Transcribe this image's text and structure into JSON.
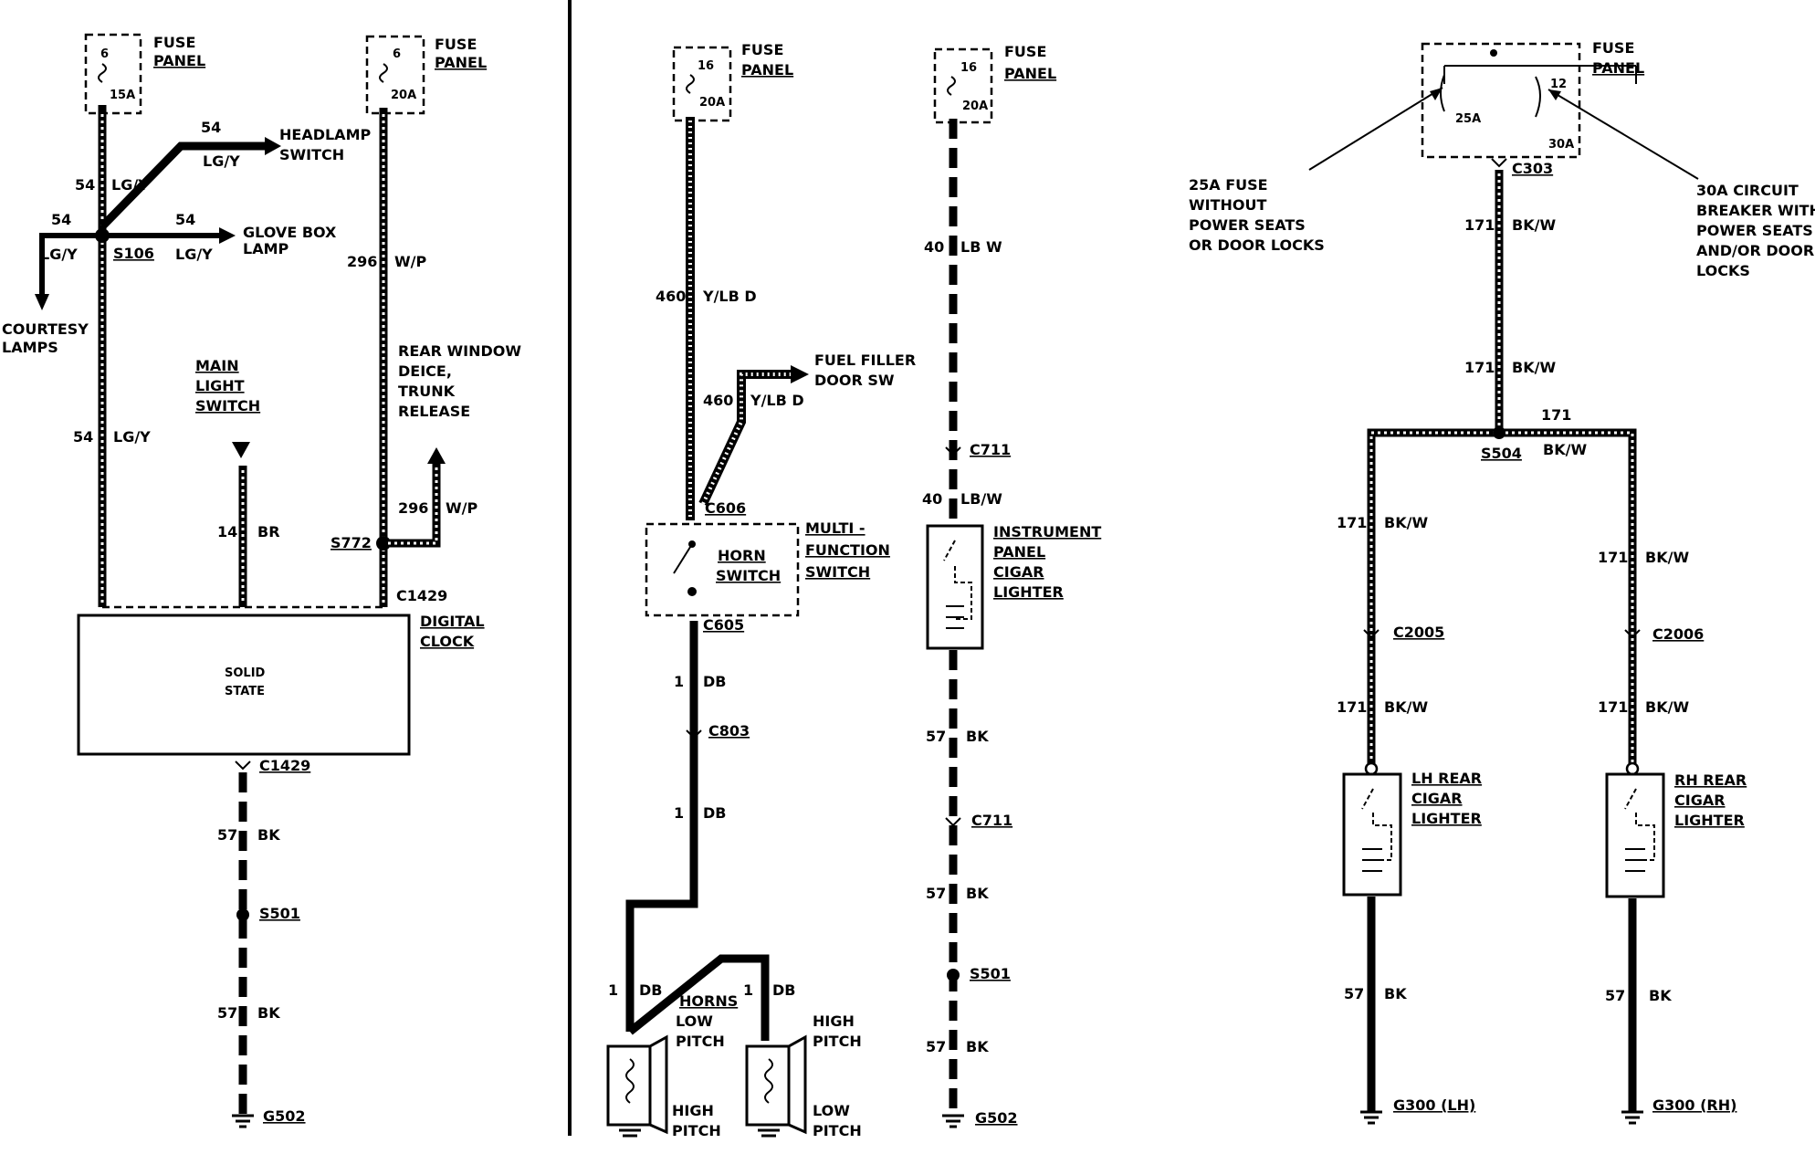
{
  "left": {
    "fuse1": {
      "label": "FUSE",
      "label2": "PANEL",
      "num": "6",
      "amp": "15A"
    },
    "fuse2": {
      "label": "FUSE",
      "label2": "PANEL",
      "num": "6",
      "amp": "20A"
    },
    "headlamp": {
      "circuit": "54",
      "color": "LG/Y",
      "label1": "HEADLAMP",
      "label2": "SWITCH"
    },
    "glovebox": {
      "circuit": "54",
      "color": "LG/Y",
      "label1": "GLOVE BOX",
      "label2": "LAMP"
    },
    "splice_s106": {
      "label": "S106",
      "circuit_top": "54",
      "color_top": "LG/Y"
    },
    "courtesy": {
      "circuit": "54",
      "color": "LG/Y",
      "label1": "COURTESY",
      "label2": "LAMPS"
    },
    "main_light": {
      "l1": "MAIN",
      "l2": "LIGHT",
      "l3": "SWITCH"
    },
    "wire_54_lower": {
      "circuit": "54",
      "color": "LG/Y"
    },
    "wire_14": {
      "circuit": "14",
      "color": "BR"
    },
    "wire_296": {
      "circuit": "296",
      "color": "W/P"
    },
    "rear_window": {
      "l1": "REAR WINDOW",
      "l2": "DEICE,",
      "l3": "TRUNK",
      "l4": "RELEASE"
    },
    "s772": {
      "label": "S772",
      "circuit": "296",
      "color": "W/P"
    },
    "c1429_top": "C1429",
    "clock": {
      "l1": "DIGITAL",
      "l2": "CLOCK",
      "inner1": "SOLID",
      "inner2": "STATE"
    },
    "c1429_bottom": "C1429",
    "ground_wire1": {
      "circuit": "57",
      "color": "BK"
    },
    "s501": "S501",
    "ground_wire2": {
      "circuit": "57",
      "color": "BK"
    },
    "g502": "G502"
  },
  "middle": {
    "fuse3": {
      "label": "FUSE",
      "label2": "PANEL",
      "num": "16",
      "amp": "20A"
    },
    "wire_460": {
      "circuit": "460",
      "color": "Y/LB D"
    },
    "fuel": {
      "circuit": "460",
      "color": "Y/LB D",
      "label1": "FUEL FILLER",
      "label2": "DOOR SW"
    },
    "c606": "C606",
    "horn_switch": {
      "l1": "HORN",
      "l2": "SWITCH"
    },
    "multi": {
      "l1": "MULTI -",
      "l2": "FUNCTION",
      "l3": "SWITCH"
    },
    "c605": "C605",
    "wire_1a": {
      "circuit": "1",
      "color": "DB"
    },
    "c803": "C803",
    "wire_1b": {
      "circuit": "1",
      "color": "DB"
    },
    "wire_1c": {
      "circuit": "1",
      "color": "DB"
    },
    "wire_1d": {
      "circuit": "1",
      "color": "DB"
    },
    "horns": {
      "label": "HORNS",
      "low": "LOW",
      "pitch": "PITCH",
      "high": "HIGH",
      "pitch2": "PITCH"
    },
    "horn_right": {
      "high": "HIGH",
      "pitch": "PITCH",
      "low": "LOW",
      "pitch2": "PITCH"
    },
    "fuse4": {
      "label": "FUSE",
      "label2": "PANEL",
      "num": "16",
      "amp": "20A"
    },
    "wire_40a": {
      "circuit": "40",
      "color": "LB W"
    },
    "c711a": "C711",
    "wire_40b": {
      "circuit": "40",
      "color": "LB/W"
    },
    "ip_lighter": {
      "l1": "INSTRUMENT",
      "l2": "PANEL",
      "l3": "CIGAR",
      "l4": "LIGHTER"
    },
    "wire_57a": {
      "circuit": "57",
      "color": "BK"
    },
    "c711b": "C711",
    "wire_57b": {
      "circuit": "57",
      "color": "BK"
    },
    "s501": "S501",
    "wire_57c": {
      "circuit": "57",
      "color": "BK"
    },
    "g502": "G502"
  },
  "right": {
    "fuse5": {
      "label": "FUSE",
      "label2": "PANEL",
      "num": "12",
      "amp1": "25A",
      "amp2": "30A"
    },
    "note25": {
      "l1": "25A FUSE",
      "l2": "WITHOUT",
      "l3": "POWER SEATS",
      "l4": "OR DOOR LOCKS"
    },
    "note30": {
      "l1": "30A  CIRCUIT",
      "l2": "BREAKER WITH",
      "l3": "POWER SEATS",
      "l4": "AND/OR DOOR",
      "l5": "LOCKS"
    },
    "c303": "C303",
    "wire_171a": {
      "circuit": "171",
      "color": "BK/W"
    },
    "wire_171b": {
      "circuit": "171",
      "color": "BK/W"
    },
    "s504": {
      "label": "S504",
      "circuit": "171",
      "color": "BK/W"
    },
    "lh_171a": {
      "circuit": "171",
      "color": "BK/W"
    },
    "rh_171a": {
      "circuit": "171",
      "color": "BK/W"
    },
    "c2005": "C2005",
    "c2006": "C2006",
    "lh_171b": {
      "circuit": "171",
      "color": "BK/W"
    },
    "rh_171b": {
      "circuit": "171",
      "color": "BK/W"
    },
    "lh_lighter": {
      "l1": "LH REAR",
      "l2": "CIGAR",
      "l3": "LIGHTER"
    },
    "rh_lighter": {
      "l1": "RH REAR",
      "l2": "CIGAR",
      "l3": "LIGHTER"
    },
    "lh_57": {
      "circuit": "57",
      "color": "BK"
    },
    "rh_57": {
      "circuit": "57",
      "color": "BK"
    },
    "g300lh": "G300 (LH)",
    "g300rh": "G300 (RH)"
  }
}
